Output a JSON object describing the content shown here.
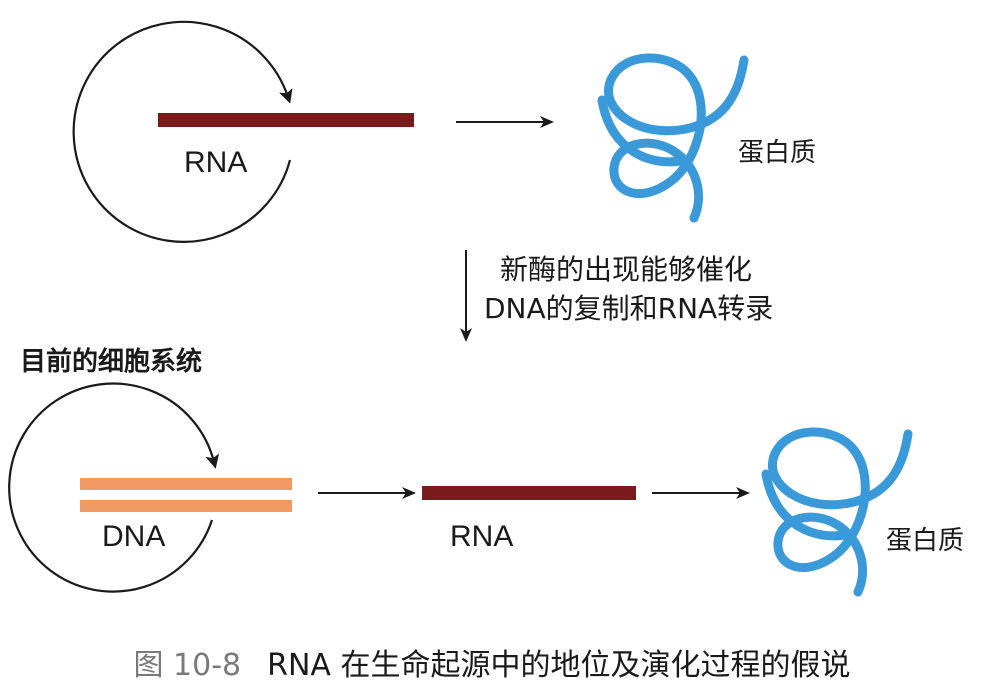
{
  "top_section": {
    "rna_label": "RNA",
    "protein_label": "蛋白质"
  },
  "transition": {
    "line1": "新酶的出现能够催化",
    "line2": "DNA的复制和RNA转录"
  },
  "bottom_section": {
    "title": "目前的细胞系统",
    "dna_label": "DNA",
    "rna_label": "RNA",
    "protein_label": "蛋白质"
  },
  "caption": {
    "figure_number": "图 10-8",
    "text": "RNA 在生命起源中的地位及演化过程的假说"
  },
  "colors": {
    "rna_bar": "#7a1a1a",
    "dna_strand": "#f29a63",
    "protein": "#3a9ad9",
    "arrow": "#1a1a1a"
  }
}
